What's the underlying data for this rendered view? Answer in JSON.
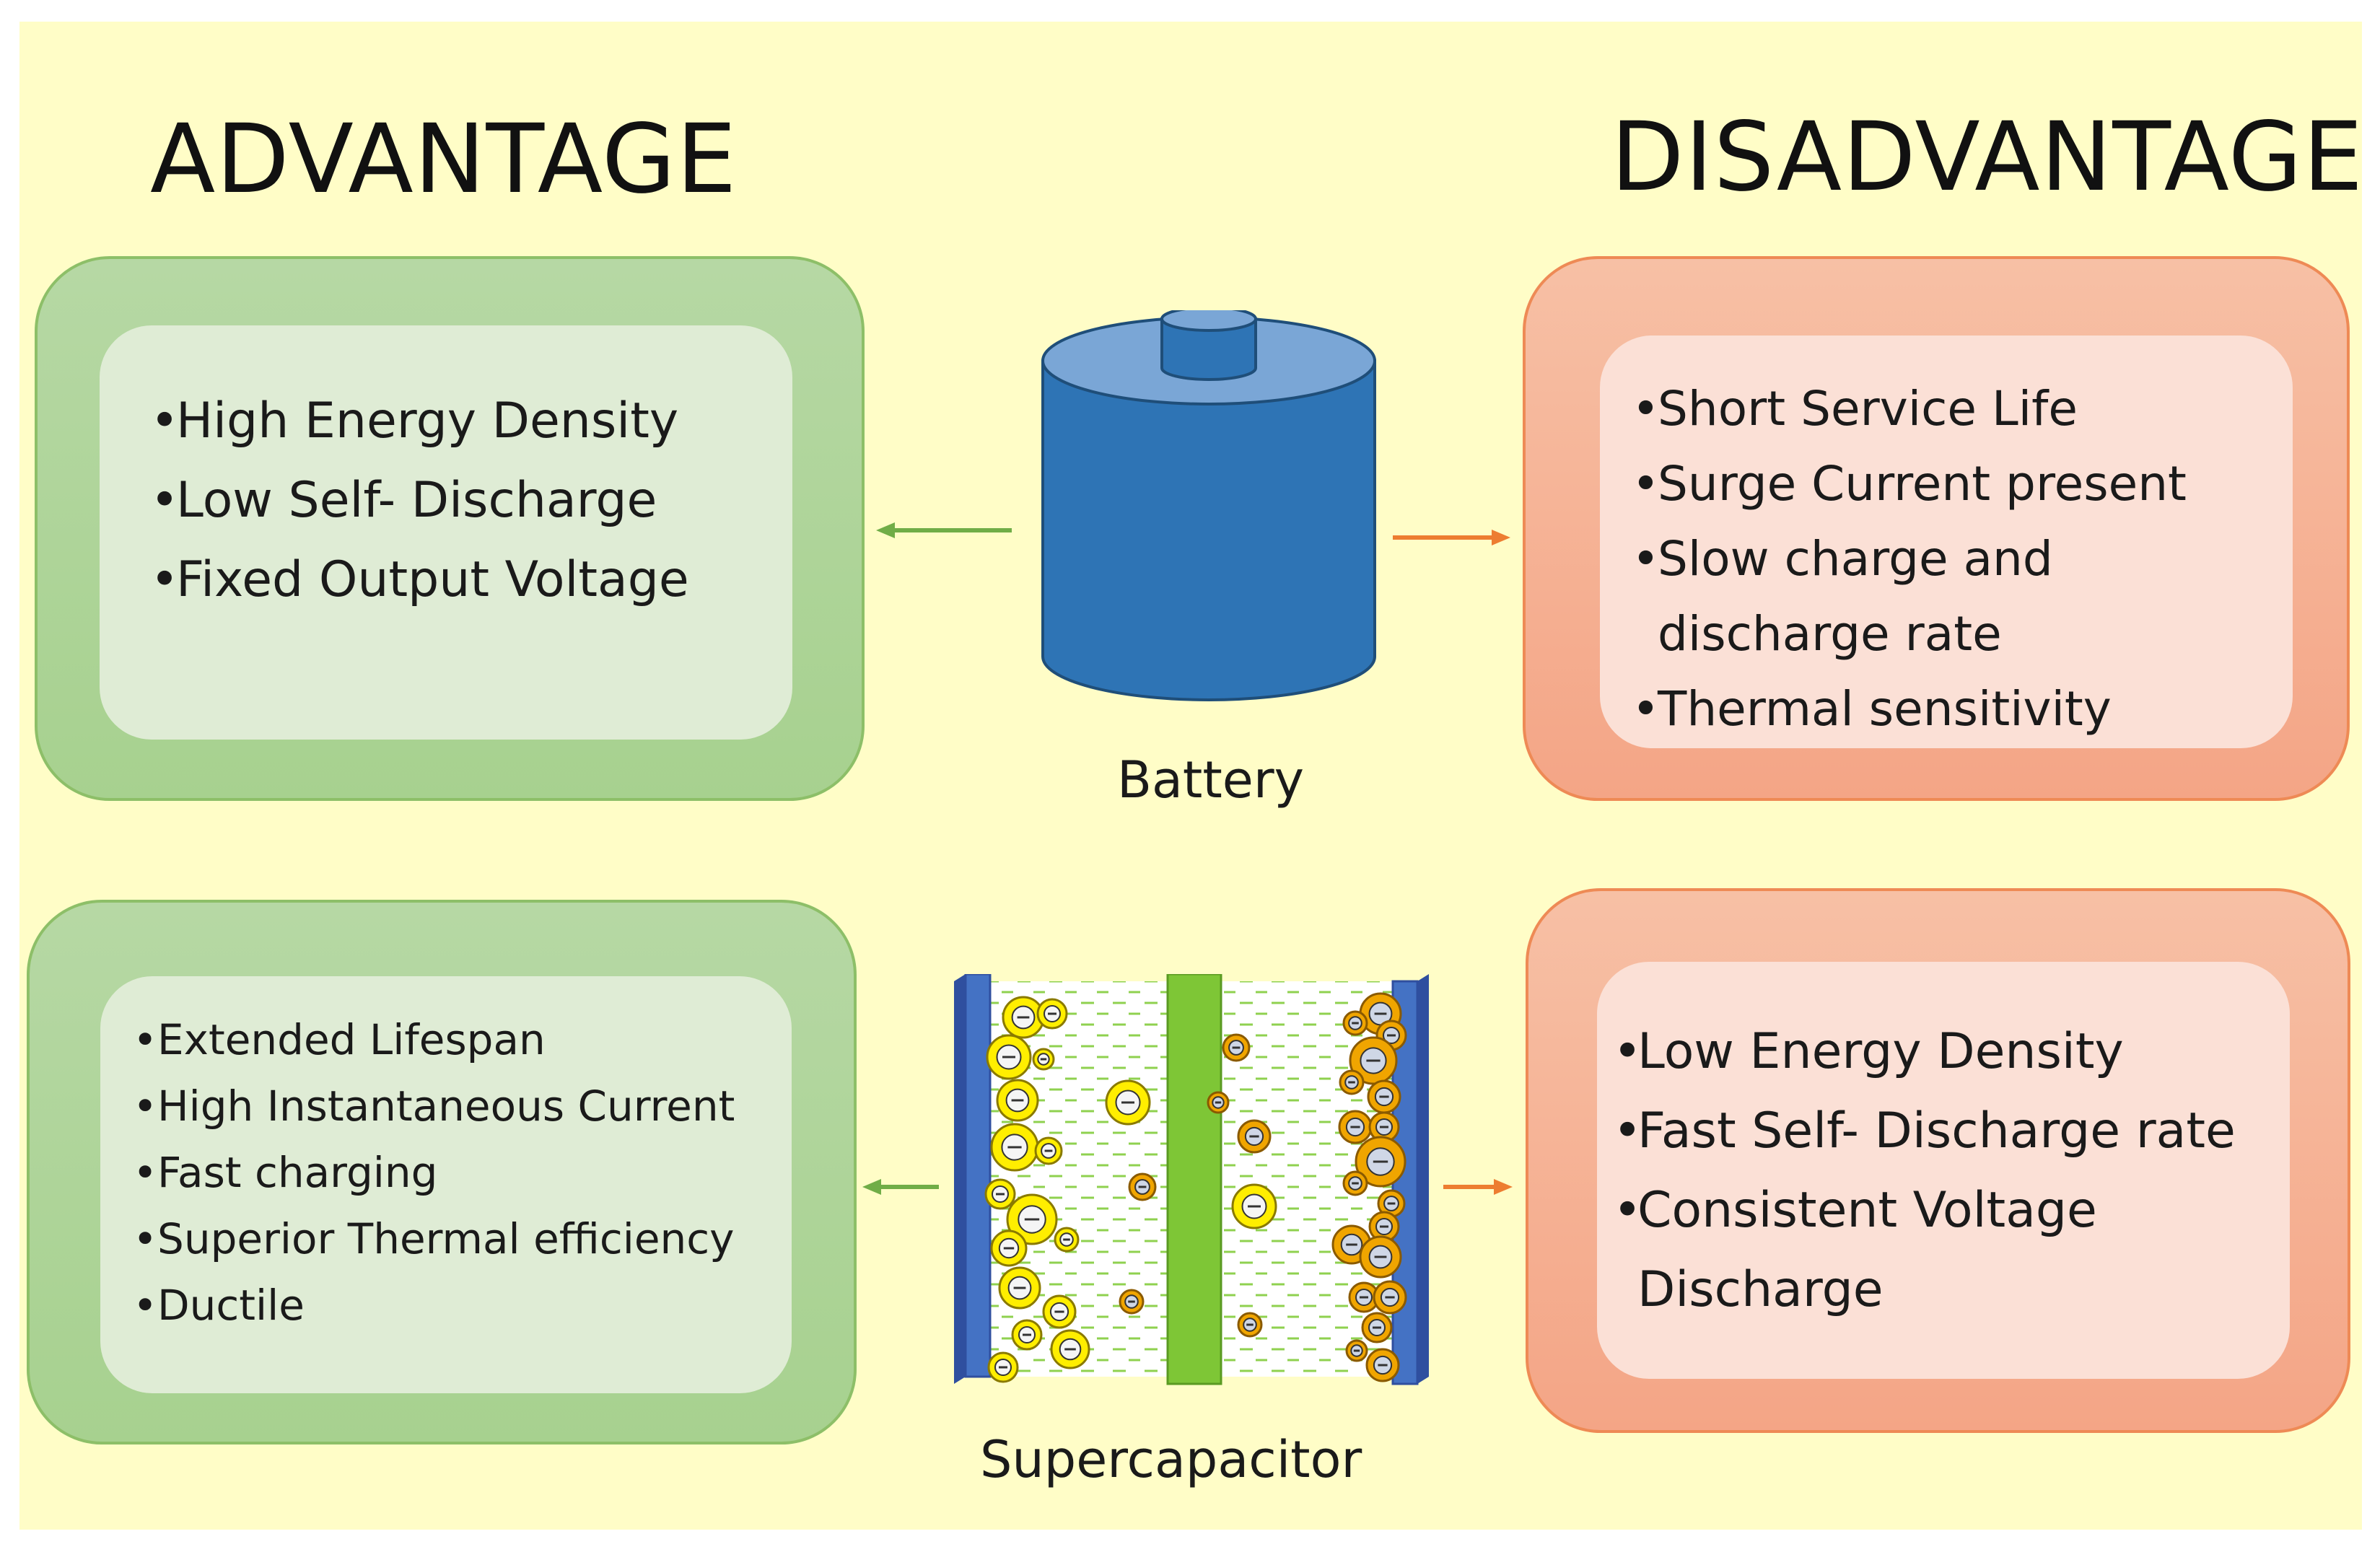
{
  "headings": {
    "advantage": "ADVANTAGE",
    "disadvantage": "DISADVANTAGE"
  },
  "battery": {
    "label": "Battery",
    "advantages": [
      "High Energy Density",
      "Low Self- Discharge",
      "Fixed Output Voltage"
    ],
    "disadvantages": [
      "Short Service Life",
      "Surge Current present",
      "Slow charge and discharge rate",
      "Thermal sensitivity"
    ]
  },
  "supercapacitor": {
    "label": "Supercapacitor",
    "advantages": [
      "Extended Lifespan",
      "High Instantaneous Current",
      "Fast charging",
      "Superior Thermal efficiency",
      "Ductile"
    ],
    "disadvantages": [
      "Low Energy Density",
      "Fast Self- Discharge rate",
      "Consistent Voltage Discharge"
    ]
  },
  "colors": {
    "background": "#fffdc7",
    "advantage_box": "#a9d18e",
    "disadvantage_box": "#f4a582",
    "battery_body": "#2e74b5",
    "battery_top": "#7aa6d6",
    "electrode": "#4472c4",
    "separator": "#7ec636",
    "ion_yellow": "#ffee00",
    "ion_orange": "#f0a500",
    "arrow_green": "#70ad47",
    "arrow_orange": "#ed7d31"
  }
}
